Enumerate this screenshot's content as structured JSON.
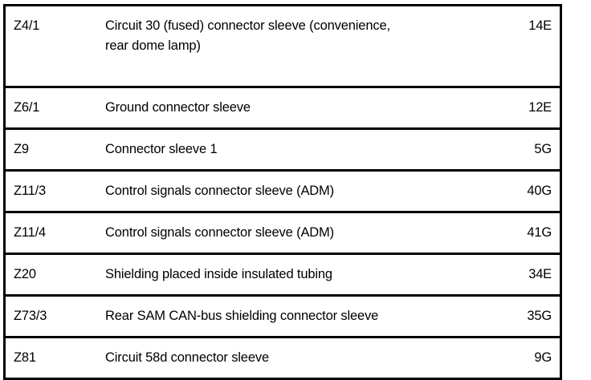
{
  "document": {
    "type": "wiring-diagram-component-legend",
    "columns": [
      "code",
      "description",
      "reference"
    ]
  },
  "table": {
    "rows": [
      {
        "code": "Z4/1",
        "description_lines": [
          "Circuit 30 (fused) connector sleeve (convenience,",
          "rear dome lamp)"
        ],
        "reference": "14E",
        "tall": true
      },
      {
        "code": "Z6/1",
        "description_lines": [
          "Ground connector sleeve"
        ],
        "reference": "12E",
        "tall": false
      },
      {
        "code": "Z9",
        "description_lines": [
          "Connector sleeve 1"
        ],
        "reference": "5G",
        "tall": false
      },
      {
        "code": "Z11/3",
        "description_lines": [
          "Control signals connector sleeve (ADM)"
        ],
        "reference": "40G",
        "tall": false
      },
      {
        "code": "Z11/4",
        "description_lines": [
          "Control signals connector sleeve (ADM)"
        ],
        "reference": "41G",
        "tall": false
      },
      {
        "code": "Z20",
        "description_lines": [
          "Shielding placed inside insulated tubing"
        ],
        "reference": "34E",
        "tall": false
      },
      {
        "code": "Z73/3",
        "description_lines": [
          "Rear SAM CAN-bus shielding connector sleeve"
        ],
        "reference": "35G",
        "tall": false
      },
      {
        "code": "Z81",
        "description_lines": [
          "Circuit 58d connector sleeve"
        ],
        "reference": "9G",
        "tall": false
      }
    ]
  },
  "colors": {
    "ink": "#000000",
    "paper": "#ffffff"
  }
}
